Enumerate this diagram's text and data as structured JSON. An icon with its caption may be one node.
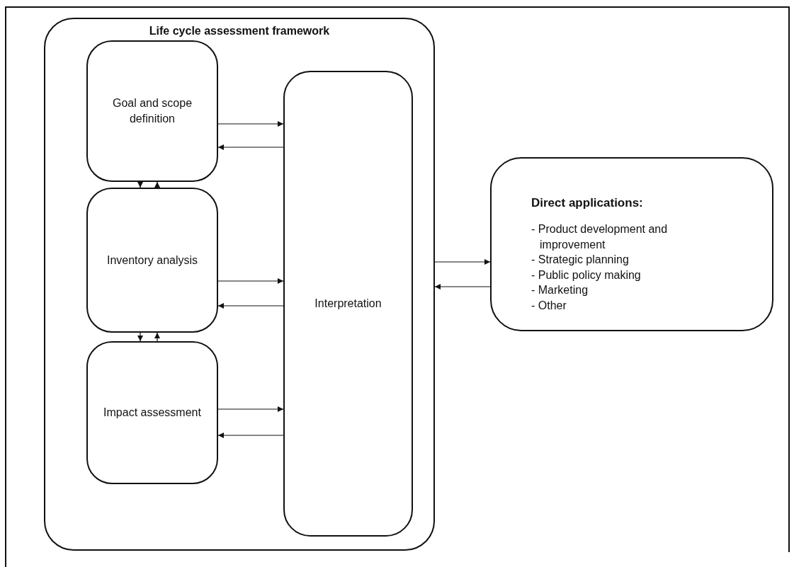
{
  "diagram": {
    "nodes": [
      {
        "text": [
          "Life cycle assessment framework"
        ]
      },
      {
        "text": [
          "Goal and scope definition"
        ],
        "in": 0
      },
      {
        "text": [
          "Inventory analysis"
        ],
        "in": 0
      },
      {
        "text": [
          "Impact assessment"
        ],
        "in": 0
      },
      {
        "text": [
          "Interpretation"
        ],
        "in": 0
      },
      {
        "text": [
          "Direct applications:",
          "- Product development and improvement",
          "- Strategic planning",
          "- Public policy making",
          "- Marketing",
          "- Other"
        ]
      }
    ],
    "edges": [
      {
        "from": 1,
        "to": 4,
        "arrow": "to"
      },
      {
        "from": 4,
        "to": 1,
        "arrow": "to"
      },
      {
        "from": 1,
        "to": 2,
        "arrow": "to"
      },
      {
        "from": 2,
        "to": 1,
        "arrow": "to"
      },
      {
        "from": 2,
        "to": 4,
        "arrow": "to"
      },
      {
        "from": 4,
        "to": 2,
        "arrow": "to"
      },
      {
        "from": 2,
        "to": 3,
        "arrow": "to"
      },
      {
        "from": 3,
        "to": 2,
        "arrow": "to"
      },
      {
        "from": 3,
        "to": 4,
        "arrow": "to"
      },
      {
        "from": 4,
        "to": 3,
        "arrow": "to"
      },
      {
        "from": 0,
        "to": 5,
        "arrow": "to"
      },
      {
        "from": 5,
        "to": 0,
        "arrow": "to"
      }
    ]
  }
}
